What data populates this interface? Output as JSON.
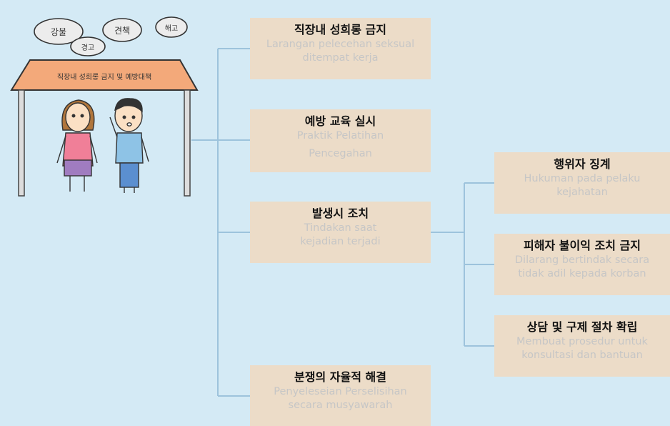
{
  "illustration": {
    "sign_text": "직장내 성희롱 금지 및 예방대책",
    "bubbles": [
      "강불",
      "견책",
      "해고",
      "경고"
    ]
  },
  "colors": {
    "background": "#d4eaf5",
    "box": "#ecdcc8",
    "connector": "#9dc3dc",
    "subtitle": "#c6c6c6"
  },
  "nodes": {
    "n1": {
      "ko": "직장내 성희롱 금지",
      "id": [
        "Larangan pelecehan seksual",
        "ditempat kerja"
      ]
    },
    "n2": {
      "ko": "예방 교육 실시",
      "id": [
        "Praktik Pelatihan",
        "Pencegahan"
      ]
    },
    "n3": {
      "ko": "발생시 조치",
      "id": [
        "Tindakan saat",
        "kejadian terjadi"
      ]
    },
    "n4": {
      "ko": "분쟁의 자율적 해결",
      "id": [
        "Penyeleseian Perselisihan",
        "secara musyawarah"
      ]
    },
    "c1": {
      "ko": "행위자 징계",
      "id": [
        "Hukuman pada pelaku",
        "kejahatan"
      ]
    },
    "c2": {
      "ko": "피해자 불이익 조치 금지",
      "id": [
        "Dilarang bertindak secara",
        "tidak adil kepada korban"
      ]
    },
    "c3": {
      "ko": "상담 및 구제 절차 확립",
      "id": [
        "Membuat prosedur untuk",
        "konsultasi dan bantuan"
      ]
    }
  }
}
